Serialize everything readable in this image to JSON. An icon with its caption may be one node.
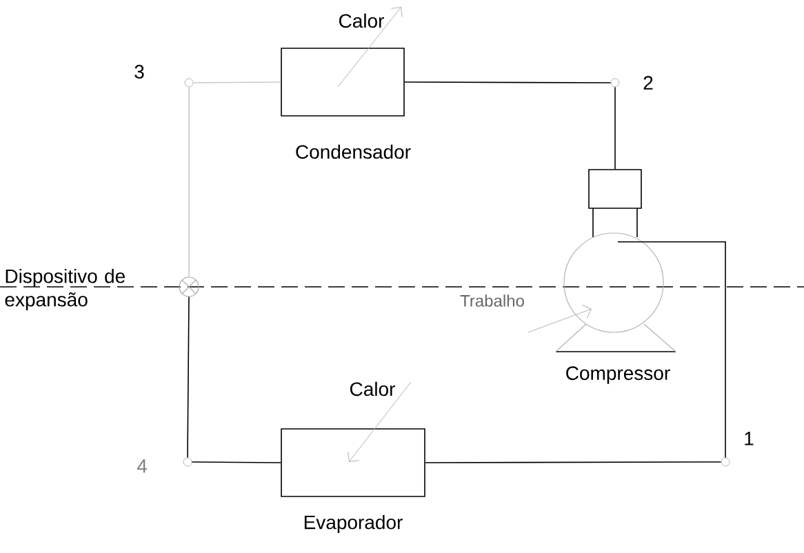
{
  "diagram": {
    "nodes": [
      {
        "text": [
          "3"
        ]
      },
      {
        "text": [
          "Condensador"
        ],
        "beside": [
          "Calor"
        ]
      },
      {
        "text": [
          "2"
        ]
      },
      {
        "text": [
          "Dispositivo de expansão"
        ]
      },
      {
        "text": [
          "Compressor"
        ],
        "beside": [
          "Trabalho"
        ]
      },
      {
        "text": [
          "4"
        ]
      },
      {
        "text": [
          "Evaporador"
        ],
        "beside": [
          "Calor"
        ]
      },
      {
        "text": [
          "1"
        ]
      }
    ],
    "edges": [
      {
        "from": 4,
        "to": 2,
        "arrow": "none"
      },
      {
        "from": 2,
        "to": 1,
        "arrow": "none"
      },
      {
        "from": 1,
        "to": 0,
        "arrow": "none",
        "color": "#c8c8c8"
      },
      {
        "from": 0,
        "to": 3,
        "arrow": "none",
        "color": "#c8c8c8"
      },
      {
        "from": 3,
        "to": 5,
        "arrow": "none"
      },
      {
        "from": 5,
        "to": 6,
        "arrow": "none"
      },
      {
        "from": 6,
        "to": 7,
        "arrow": "none"
      },
      {
        "from": 7,
        "to": 4,
        "arrow": "none"
      }
    ]
  }
}
